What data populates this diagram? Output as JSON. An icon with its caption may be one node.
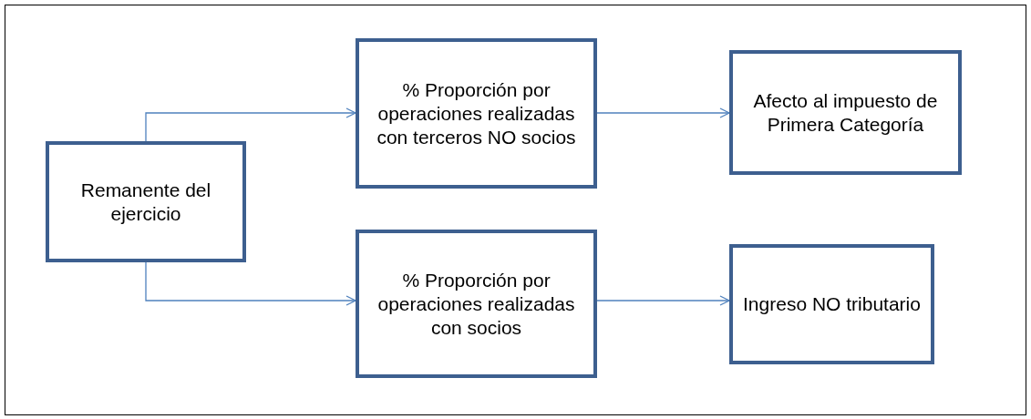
{
  "diagram": {
    "nodes": [
      {
        "text": [
          "Remanente del ejercicio"
        ]
      },
      {
        "text": [
          "% Proporción por operaciones realizadas con terceros NO socios"
        ]
      },
      {
        "text": [
          "% Proporción por operaciones realizadas con socios"
        ]
      },
      {
        "text": [
          "Afecto al impuesto de Primera Categoría"
        ]
      },
      {
        "text": [
          "Ingreso NO tributario"
        ]
      }
    ],
    "edges": [
      {
        "from": 0,
        "to": 1,
        "arrow": "to"
      },
      {
        "from": 0,
        "to": 2,
        "arrow": "to"
      },
      {
        "from": 1,
        "to": 3,
        "arrow": "to"
      },
      {
        "from": 2,
        "to": 4,
        "arrow": "to"
      }
    ]
  }
}
